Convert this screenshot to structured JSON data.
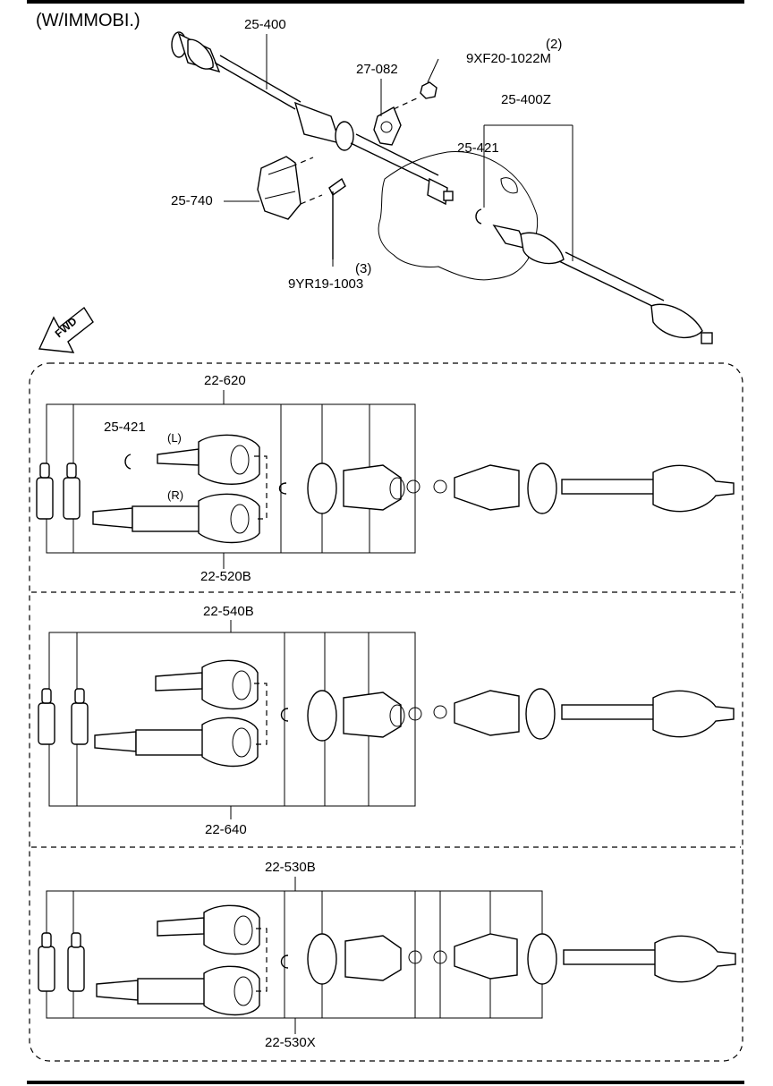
{
  "title": "(W/IMMOBI.)",
  "fwd_label": "FWD",
  "callouts": {
    "c25400": "25-400",
    "c27082": "27-082",
    "c9xf20_qty": "(2)",
    "c9xf20": "9XF20-1022M",
    "c25400z": "25-400Z",
    "c25421_top": "25-421",
    "c25740": "25-740",
    "c9yr19_qty": "(3)",
    "c9yr19": "9YR19-1003"
  },
  "panels": [
    {
      "top_label": "22-620",
      "bottom_label": "22-520B",
      "side_label": "25-421",
      "l_tag": "(L)",
      "r_tag": "(R)"
    },
    {
      "top_label": "22-540B",
      "bottom_label": "22-640"
    },
    {
      "top_label": "22-530B",
      "bottom_label": "22-530X"
    }
  ]
}
